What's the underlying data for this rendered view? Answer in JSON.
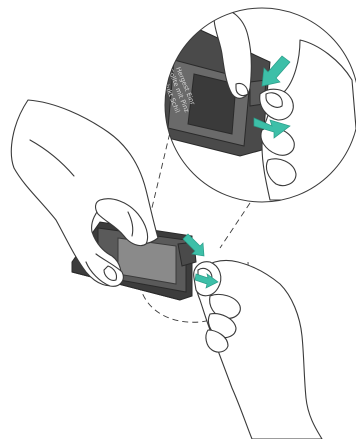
{
  "illustration": {
    "colors": {
      "background": "#ffffff",
      "line": "#3a3a3a",
      "hand_fill": "#ffffff",
      "cartridge_dark": "#3c3c3c",
      "cartridge_mid": "#5a5a5a",
      "cartridge_light": "#8a8a8a",
      "arrow": "#3dbfa8",
      "arrow_edge": "#2a9c88"
    },
    "magnified_view": {
      "label_lines": [
        "Produkt Schil",
        "Sollte mit Pinz",
        "Hergest Einr"
      ]
    }
  }
}
